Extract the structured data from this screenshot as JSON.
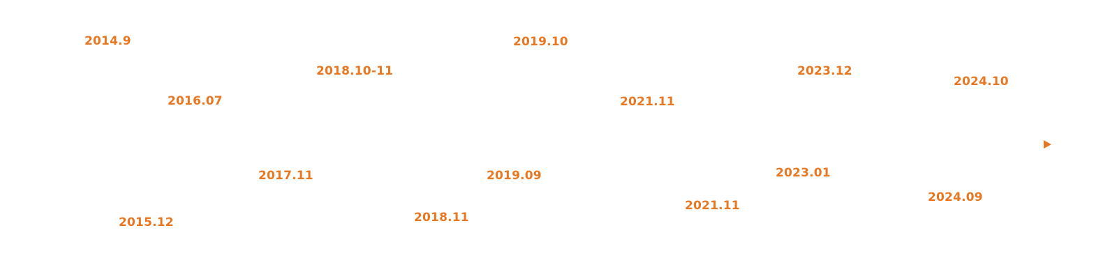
{
  "accent_color": "#e87722",
  "timeline": {
    "top_labels": [
      "2014.9",
      "2016.07",
      "2018.10-11",
      "2019.10",
      "2021.11",
      "2023.12",
      "2024.10"
    ],
    "bottom_labels": [
      "2015.12",
      "2017.11",
      "2018.11",
      "2019.09",
      "2021.11",
      "2023.01",
      "2024.09"
    ],
    "end_marker": "arrow-right-icon"
  }
}
